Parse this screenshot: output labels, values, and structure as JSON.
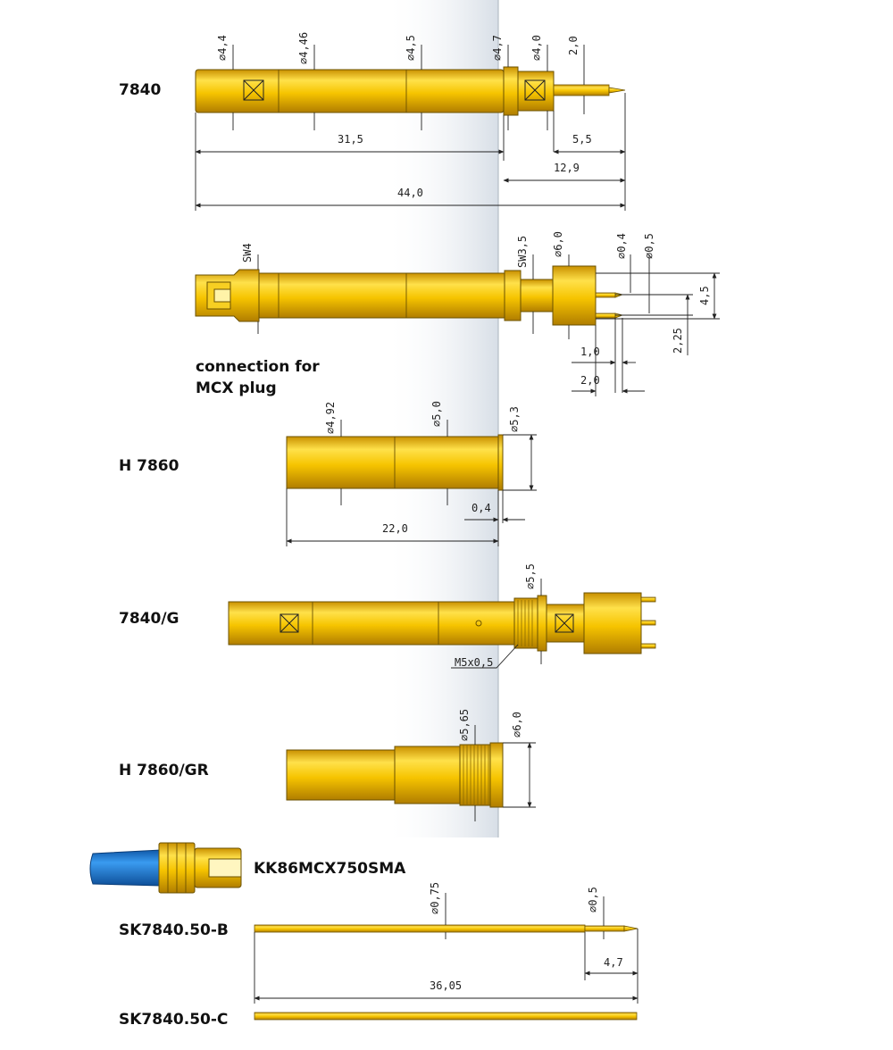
{
  "parts": [
    {
      "id": "7840",
      "label": "7840",
      "dims": [
        "⌀4,4",
        "⌀4,46",
        "⌀4,5",
        "⌀4,7",
        "⌀4,0",
        "2,0",
        "31,5",
        "5,5",
        "12,9",
        "44,0"
      ]
    },
    {
      "id": "mcx-connection",
      "label": "connection for",
      "label2": "MCX plug",
      "dims": [
        "SW4",
        "SW3,5",
        "⌀6,0",
        "⌀0,4",
        "⌀0,5",
        "4,5",
        "2,25",
        "1,0",
        "2,0"
      ]
    },
    {
      "id": "h7860",
      "label": "H 7860",
      "dims": [
        "⌀4,92",
        "⌀5,0",
        "⌀5,3",
        "0,4",
        "22,0"
      ]
    },
    {
      "id": "7840g",
      "label": "7840/G",
      "dims": [
        "⌀5,5",
        "M5x0,5"
      ]
    },
    {
      "id": "h7860gr",
      "label": "H 7860/GR",
      "dims": [
        "⌀5,65",
        "⌀6,0"
      ]
    },
    {
      "id": "kk86",
      "label": "KK86MCX750SMA",
      "dims": []
    },
    {
      "id": "sk784050b",
      "label": "SK7840.50-B",
      "dims": [
        "⌀0,75",
        "⌀0,5",
        "4,7",
        "36,05"
      ]
    },
    {
      "id": "sk784050c",
      "label": "SK7840.50-C",
      "dims": []
    }
  ],
  "colors": {
    "gold_light": "#ffe14a",
    "gold_mid": "#f2b800",
    "gold_dark": "#b88400",
    "cable_blue": "#1f7fd6",
    "background_band": "#dde3ea"
  }
}
